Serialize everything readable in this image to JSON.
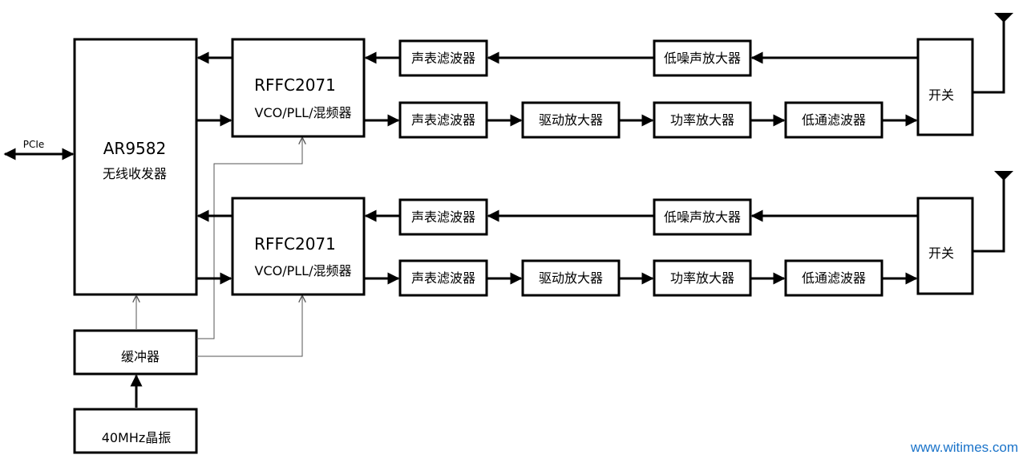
{
  "transceiver": {
    "title": "AR9582",
    "subtitle": "无线收发器"
  },
  "pcie_label": "PCIe",
  "mixer": {
    "title": "RFFC2071",
    "subtitle": "VCO/PLL/混频器"
  },
  "buffer_label": "缓冲器",
  "crystal_label": "40MHz晶振",
  "chains": [
    {
      "rx": {
        "saw_filter": "声表滤波器",
        "lna": "低噪声放大器"
      },
      "tx": {
        "saw_filter": "声表滤波器",
        "driver_amp": "驱动放大器",
        "power_amp": "功率放大器",
        "lowpass_filter": "低通滤波器"
      },
      "switch": "开关"
    },
    {
      "rx": {
        "saw_filter": "声表滤波器",
        "lna": "低噪声放大器"
      },
      "tx": {
        "saw_filter": "声表滤波器",
        "driver_amp": "驱动放大器",
        "power_amp": "功率放大器",
        "lowpass_filter": "低通滤波器"
      },
      "switch": "开关"
    }
  ],
  "footer": "www.witimes.com"
}
